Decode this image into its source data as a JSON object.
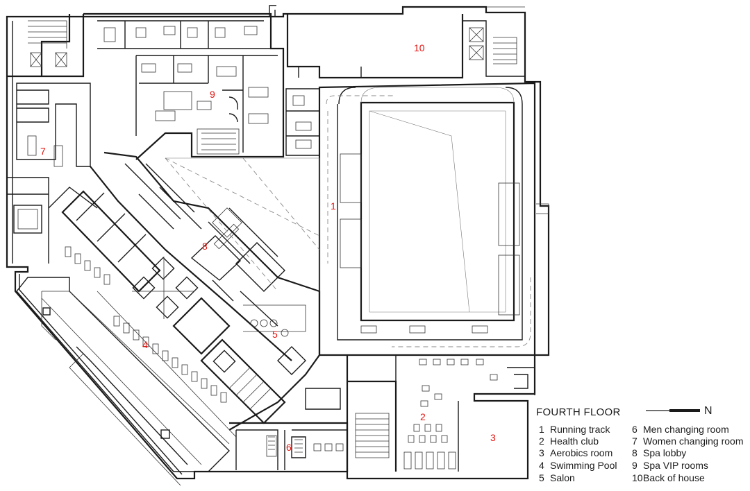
{
  "title": "FOURTH FLOOR",
  "north_label": "N",
  "accent_color": "#e0140f",
  "rooms": [
    {
      "num": "1",
      "name": "Running track"
    },
    {
      "num": "2",
      "name": "Health club"
    },
    {
      "num": "3",
      "name": "Aerobics room"
    },
    {
      "num": "4",
      "name": "Swimming Pool"
    },
    {
      "num": "5",
      "name": "Salon"
    },
    {
      "num": "6",
      "name": "Men changing room"
    },
    {
      "num": "7",
      "name": "Women changing room"
    },
    {
      "num": "8",
      "name": "Spa lobby"
    },
    {
      "num": "9",
      "name": "Spa VIP rooms"
    },
    {
      "num": "10",
      "name": "Back of house"
    }
  ]
}
